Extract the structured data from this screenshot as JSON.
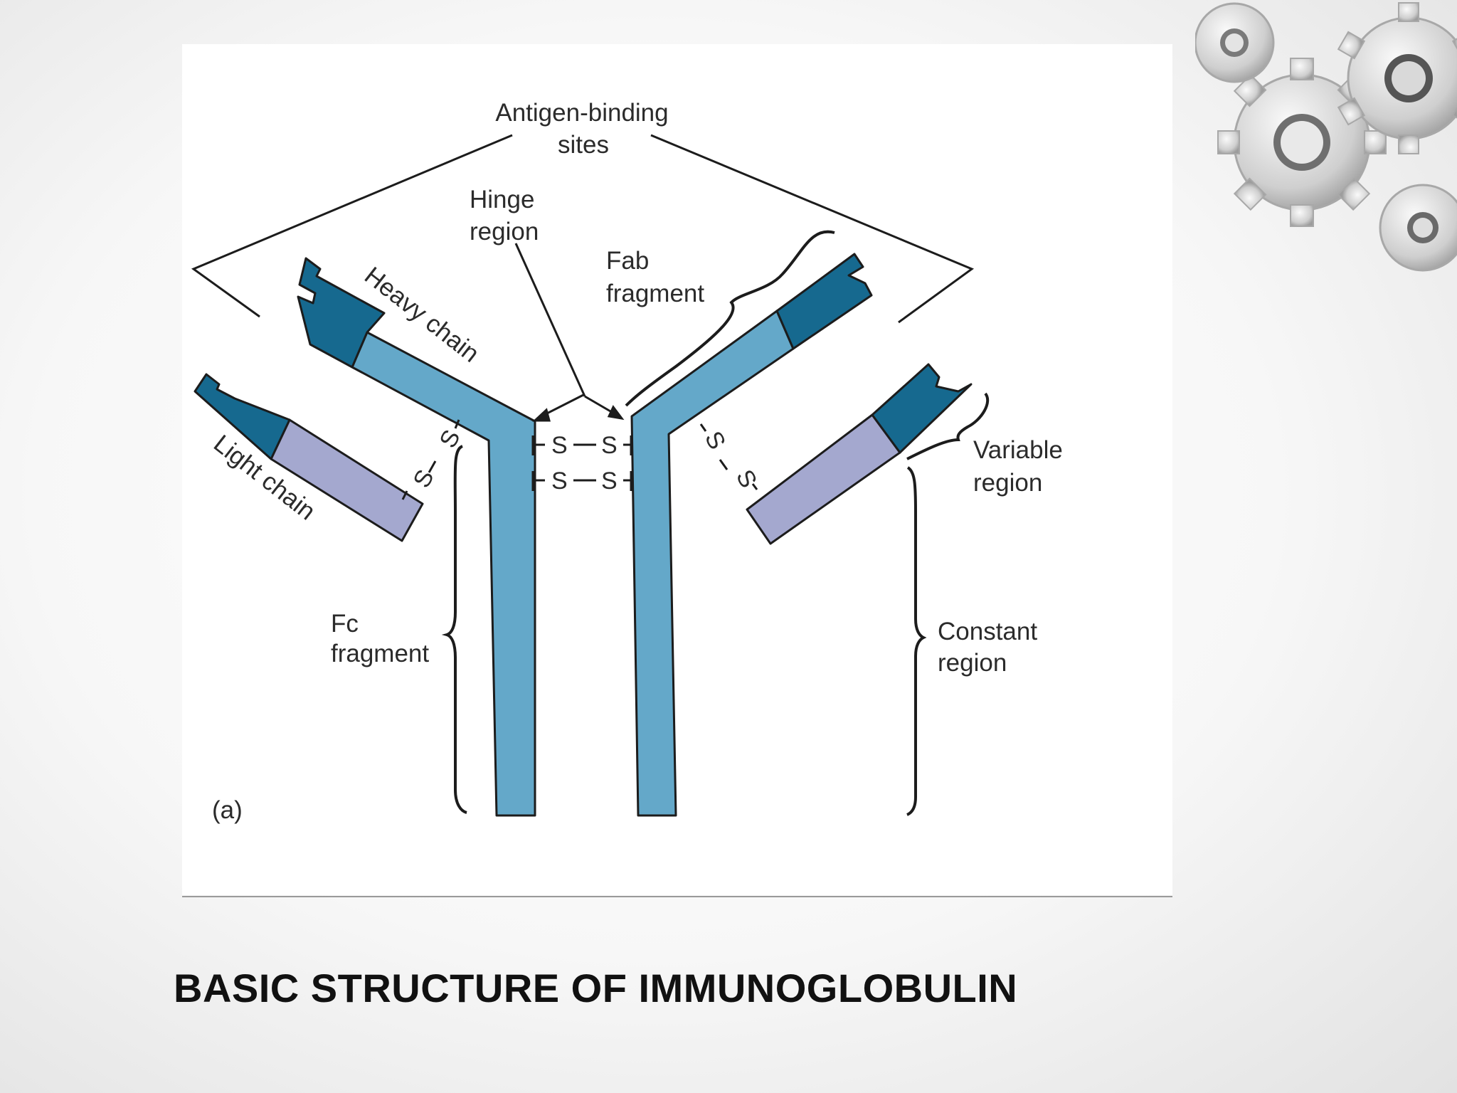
{
  "slide": {
    "title": "BASIC STRUCTURE OF IMMUNOGLOBULIN"
  },
  "diagram": {
    "panel_label": "(a)",
    "labels": {
      "antigen_binding_line1": "Antigen-binding",
      "antigen_binding_line2": "sites",
      "hinge_line1": "Hinge",
      "hinge_line2": "region",
      "fab_line1": "Fab",
      "fab_line2": "fragment",
      "heavy_chain": "Heavy chain",
      "light_chain": "Light chain",
      "fc_line1": "Fc",
      "fc_line2": "fragment",
      "variable_line1": "Variable",
      "variable_line2": "region",
      "constant_line1": "Constant",
      "constant_line2": "region"
    },
    "disulfide_symbol": "S",
    "colors": {
      "heavy_constant": "#64a8c9",
      "variable": "#16698f",
      "light_constant": "#a4a8cf",
      "outline": "#1c1c1c"
    }
  }
}
